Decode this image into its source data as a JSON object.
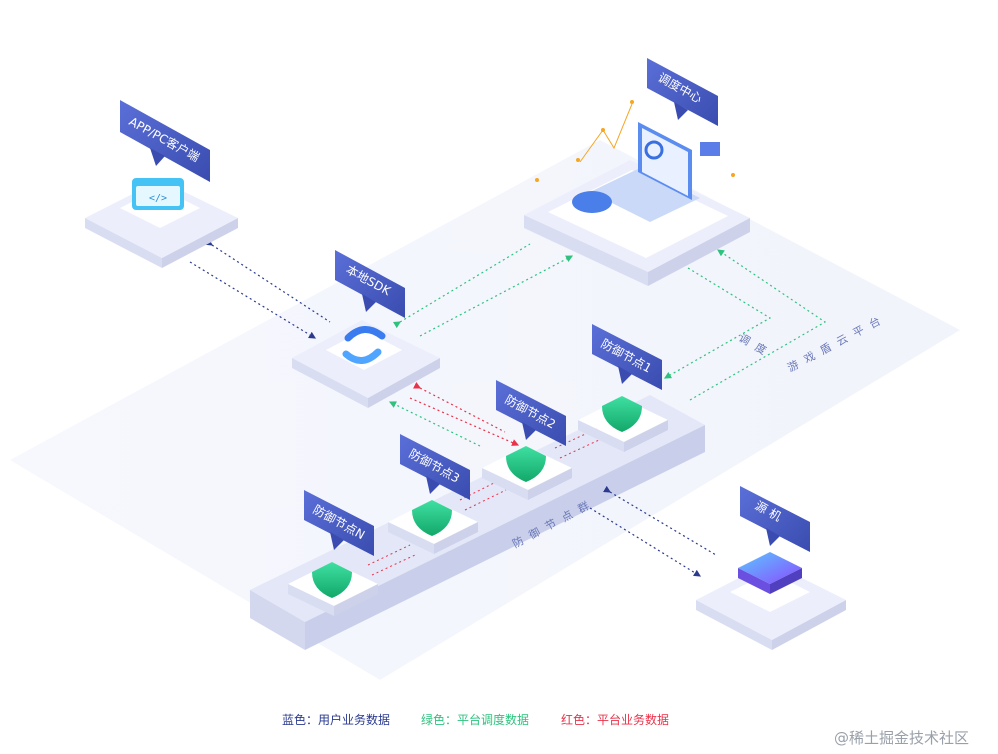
{
  "nodes": {
    "client": "APP/PC客户端",
    "sdk": "本地SDK",
    "scheduler": "调度中心",
    "defense1": "防御节点1",
    "defense2": "防御节点2",
    "defense3": "防御节点3",
    "defenseN": "防御节点N",
    "origin": "源 机"
  },
  "annotations": {
    "schedule": "调 度",
    "cloud_platform": "游 戏 盾 云 平 台",
    "defense_group": "防 御 节 点 群"
  },
  "legend": {
    "blue": "蓝色：用户业务数据",
    "green": "绿色：平台调度数据",
    "red": "红色：平台业务数据"
  },
  "colors": {
    "blue": "#2a3a8f",
    "green": "#2ec27e",
    "red": "#e8334a",
    "tag": "#4a5fc1"
  },
  "watermark": "@稀土掘金技术社区"
}
